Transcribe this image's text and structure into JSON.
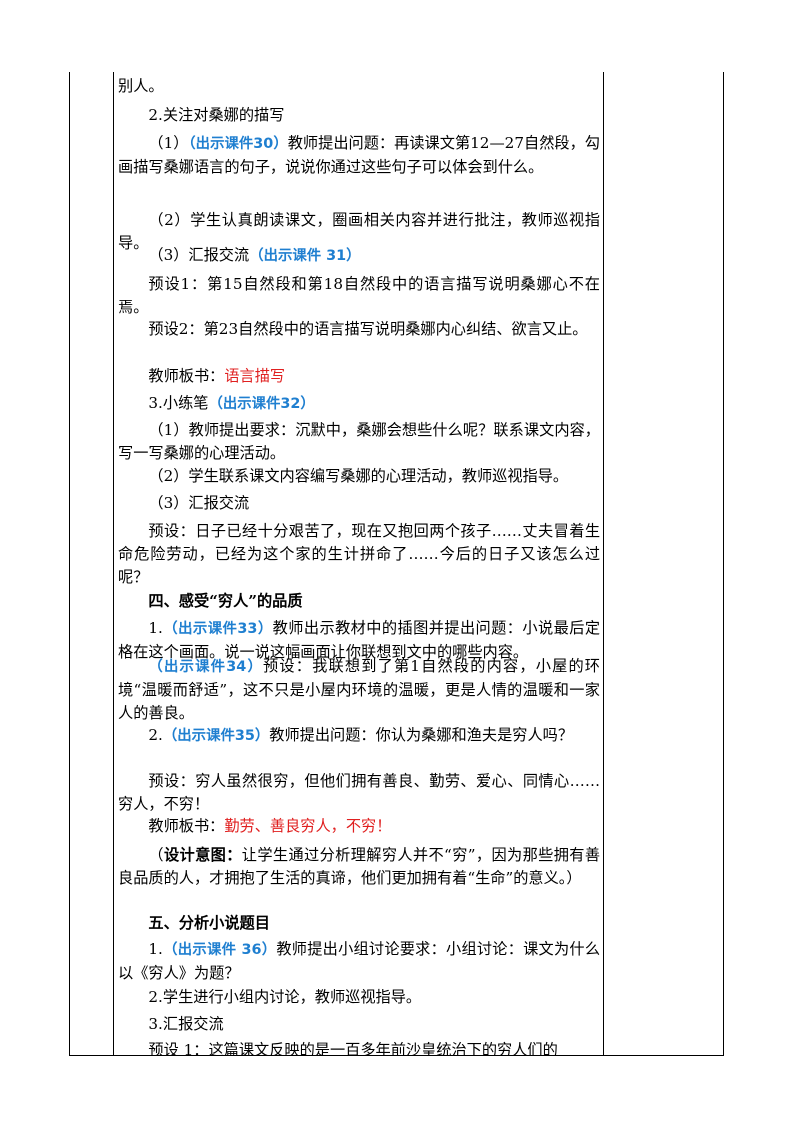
{
  "p01": "别人。",
  "p02": "2.关注对桑娜的描写",
  "p03a": "（1）",
  "p03b": "（出示课件30）",
  "p03c": "教师提出问题：再读课文第12—27自然段，勾画描写桑娜语言的句子，说说你通过这些句子可以体会到什么。",
  "p04": "（2）学生认真朗读课文，圈画相关内容并进行批注，教师巡视指导。",
  "p05a": "（3）汇报交流",
  "p05b": "（出示课件 31）",
  "p06": "预设1：第15自然段和第18自然段中的语言描写说明桑娜心不在焉。",
  "p07": "预设2：第23自然段中的语言描写说明桑娜内心纠结、欲言又止。",
  "p08a": "教师板书：",
  "p08b": "语言描写",
  "p09a": "3.小练笔",
  "p09b": "（出示课件32）",
  "p10": "（1）教师提出要求：沉默中，桑娜会想些什么呢？联系课文内容，写一写桑娜的心理活动。",
  "p11": "（2）学生联系课文内容编写桑娜的心理活动，教师巡视指导。",
  "p12": "（3）汇报交流",
  "p13": "预设：日子已经十分艰苦了，现在又抱回两个孩子……丈夫冒着生命危险劳动，已经为这个家的生计拼命了……今后的日子又该怎么过呢？",
  "p14": "四、感受“穷人”的品质",
  "p15a": "1.",
  "p15b": "（出示课件33）",
  "p15c": "教师出示教材中的插图并提出问题：小说最后定格在这个画面。说一说这幅画面让你联想到文中的哪些内容。",
  "p16a": "（出示课件34）",
  "p16b": "预设：我联想到了第1自然段的内容，小屋的环境“温暖而舒适”，这不只是小屋内环境的温暖，更是人情的温暖和一家人的善良。",
  "p17a": "2.",
  "p17b": "（出示课件35）",
  "p17c": "教师提出问题：你认为桑娜和渔夫是穷人吗？",
  "p18": "预设：穷人虽然很穷，但他们拥有善良、勤劳、爱心、同情心……穷人，不穷！",
  "p19a": "教师板书：",
  "p19b": "勤劳、善良穷人，不穷！",
  "p20a": "（",
  "p20b": "设计意图：",
  "p20c": "让学生通过分析理解穷人并不“穷”，因为那些拥有善良品质的人，才拥抱了生活的真谛，他们更加拥有着“生命”的意义。）",
  "p21": "五、分析小说题目",
  "p22a": "1.",
  "p22b": "（出示课件 36）",
  "p22c": "教师提出小组讨论要求：小组讨论：课文为什么以《穷人》为题？",
  "p23": "2.学生进行小组内讨论，教师巡视指导。",
  "p24": "3.汇报交流",
  "p25": "预设 1：这篇课文反映的是一百多年前沙皇统治下的穷人们的"
}
